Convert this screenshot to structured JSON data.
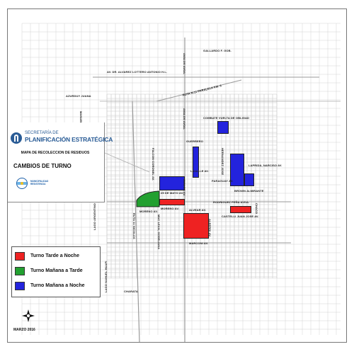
{
  "title_panel": {
    "secretaria": "SECRETARÍA DE",
    "planificacion": "PLANIFICACIÓN ESTRATÉGICA",
    "map_heading": "MAPA DE RECOLECCION DE RESIDUOS",
    "changes_heading": "CAMBIOS DE TURNO",
    "muni_text_1": "MUNICIPALIDAD",
    "muni_text_2": "RESISTENCIA"
  },
  "legend": {
    "items": [
      {
        "label": "Turno Tarde a Noche",
        "color": "#ee2222"
      },
      {
        "label": "Turno Mañana a Tarde",
        "color": "#22a030"
      },
      {
        "label": "Turno Mañana a Noche",
        "color": "#2323dd"
      }
    ]
  },
  "date": "MARZO 2016",
  "streets": {
    "gallardo": "GALLARDO F. GOB.",
    "alvarez": "AV. DR. ALVAREZ LOTTERO ANTONIO H.L.",
    "ruta11": "RUTA N.11 PARALELA KM. 6",
    "azurduy": "AZURDUY JUANA",
    "avalos_top": "AVALOS AVDA.",
    "avalos_mid": "AVALOS AVDA.",
    "manuel": "MANUEL",
    "combate": "COMBATE VUELTA DE OBLIGAD",
    "guerrero": "GUERRERO",
    "falcon": "FALCON CORONEL AV.",
    "hernandez": "HERNANDEZ JOSE",
    "laprida": "LAPRIDA, NARCISO AV.",
    "lavalle": "LAVALLE AV.",
    "avalos_av": "AVALOS AV.",
    "paraguay": "PARAGUAY AV.",
    "brown": "BROWN ALMIRANTE",
    "mayo": "25 DE MAYO AV.",
    "rodriguez": "RODRIGUEZ PEÑA AVDA.",
    "moreno1": "MORENO AV.",
    "moreno2": "MORENO AV.",
    "alvear": "ALVEAR AV.",
    "castelli": "CASTELLI JUAN JOSE AV.",
    "chaco": "CHACO",
    "lago_argentino": "LAGO ARGENTINO",
    "mac_lean": "MAC LEAN, GODELIANA",
    "ruta11_v": "RUTA 11 NICOLÁS",
    "alberdi": "ALBERDI AV.",
    "marconi": "MARCONI AV.",
    "lago_huapi": "LAGO NAHUEL HUAPI",
    "charata": "CHARATA"
  },
  "zone_colors": {
    "red": "#ee2222",
    "green": "#22a030",
    "blue": "#2323dd"
  }
}
